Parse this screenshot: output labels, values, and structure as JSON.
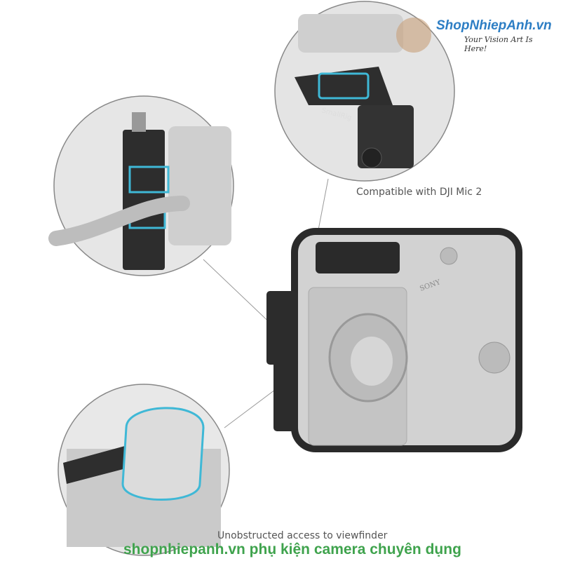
{
  "logo": {
    "name": "ShopNhiepAnh.vn",
    "tagline": "Your Vision Art Is Here!"
  },
  "captions": {
    "dji": "Compatible with DJI Mic 2",
    "viewfinder": "Unobstructed access to viewfinder"
  },
  "product_marks": {
    "brand_on_plate": "SmallRig",
    "camera_brand": "SONY"
  },
  "watermark": "shopnhiepanh.vn phụ kiện camera chuyên dụng",
  "colors": {
    "accent_highlight": "#3fb8d6",
    "watermark_green": "#3fa34d",
    "logo_blue": "#2d7ec4"
  }
}
